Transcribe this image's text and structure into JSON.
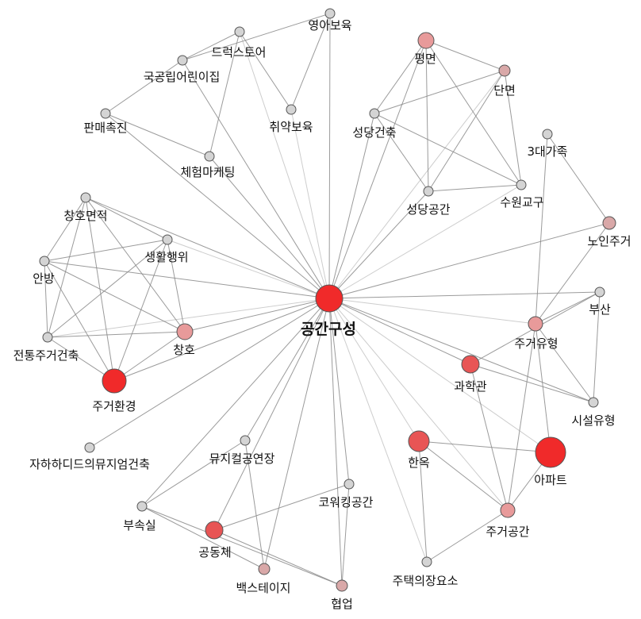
{
  "colors": {
    "hub": "#f02a2a",
    "strong": "#e85555",
    "medium": "#e89a9a",
    "weak": "#d9a8a8",
    "minor": "#d4d4d4"
  },
  "nodes": [
    {
      "id": "공간구성",
      "label": "공간구성",
      "weight": "hub"
    },
    {
      "id": "영아보육",
      "label": "영아보육",
      "weight": "minor"
    },
    {
      "id": "드럭스토어",
      "label": "드럭스토어",
      "weight": "minor"
    },
    {
      "id": "국공립어린이집",
      "label": "국공립어린이집",
      "weight": "minor"
    },
    {
      "id": "판매촉진",
      "label": "판매촉진",
      "weight": "minor"
    },
    {
      "id": "취약보육",
      "label": "취약보육",
      "weight": "minor"
    },
    {
      "id": "체험마케팅",
      "label": "체험마케팅",
      "weight": "minor"
    },
    {
      "id": "평면",
      "label": "평면",
      "weight": "medium"
    },
    {
      "id": "단면",
      "label": "단면",
      "weight": "weak"
    },
    {
      "id": "성당건축",
      "label": "성당건축",
      "weight": "minor"
    },
    {
      "id": "3대가족",
      "label": "3대가족",
      "weight": "minor"
    },
    {
      "id": "성당공간",
      "label": "성당공간",
      "weight": "minor"
    },
    {
      "id": "수원교구",
      "label": "수원교구",
      "weight": "minor"
    },
    {
      "id": "노인주거",
      "label": "노인주거",
      "weight": "weak"
    },
    {
      "id": "창호면적",
      "label": "창호면적",
      "weight": "minor"
    },
    {
      "id": "생활행위",
      "label": "생활행위",
      "weight": "minor"
    },
    {
      "id": "안방",
      "label": "안방",
      "weight": "minor"
    },
    {
      "id": "창호",
      "label": "창호",
      "weight": "medium"
    },
    {
      "id": "전통주거건축",
      "label": "전통주거건축",
      "weight": "minor"
    },
    {
      "id": "주거환경",
      "label": "주거환경",
      "weight": "hub"
    },
    {
      "id": "부산",
      "label": "부산",
      "weight": "minor"
    },
    {
      "id": "주거유형",
      "label": "주거유형",
      "weight": "medium"
    },
    {
      "id": "과학관",
      "label": "과학관",
      "weight": "strong"
    },
    {
      "id": "시설유형",
      "label": "시설유형",
      "weight": "minor"
    },
    {
      "id": "아파트",
      "label": "아파트",
      "weight": "hub"
    },
    {
      "id": "자하하디드의뮤지엄건축",
      "label": "자하하디드의뮤지엄건축",
      "weight": "minor"
    },
    {
      "id": "뮤지컬공연장",
      "label": "뮤지컬공연장",
      "weight": "minor"
    },
    {
      "id": "한옥",
      "label": "한옥",
      "weight": "strong"
    },
    {
      "id": "코워킹공간",
      "label": "코워킹공간",
      "weight": "minor"
    },
    {
      "id": "부속실",
      "label": "부속실",
      "weight": "minor"
    },
    {
      "id": "주거공간",
      "label": "주거공간",
      "weight": "medium"
    },
    {
      "id": "공동체",
      "label": "공동체",
      "weight": "strong"
    },
    {
      "id": "백스테이지",
      "label": "백스테이지",
      "weight": "weak"
    },
    {
      "id": "주택의장요소",
      "label": "주택의장요소",
      "weight": "minor"
    },
    {
      "id": "협업",
      "label": "협업",
      "weight": "weak"
    }
  ],
  "edges": [
    [
      "공간구성",
      "영아보육"
    ],
    [
      "공간구성",
      "드럭스토어"
    ],
    [
      "공간구성",
      "국공립어린이집"
    ],
    [
      "공간구성",
      "판매촉진"
    ],
    [
      "공간구성",
      "취약보육"
    ],
    [
      "공간구성",
      "체험마케팅"
    ],
    [
      "공간구성",
      "평면"
    ],
    [
      "공간구성",
      "단면"
    ],
    [
      "공간구성",
      "성당건축"
    ],
    [
      "공간구성",
      "성당공간"
    ],
    [
      "공간구성",
      "수원교구"
    ],
    [
      "공간구성",
      "노인주거"
    ],
    [
      "공간구성",
      "창호면적"
    ],
    [
      "공간구성",
      "생활행위"
    ],
    [
      "공간구성",
      "안방"
    ],
    [
      "공간구성",
      "창호"
    ],
    [
      "공간구성",
      "전통주거건축"
    ],
    [
      "공간구성",
      "주거환경"
    ],
    [
      "공간구성",
      "부산"
    ],
    [
      "공간구성",
      "주거유형"
    ],
    [
      "공간구성",
      "과학관"
    ],
    [
      "공간구성",
      "시설유형"
    ],
    [
      "공간구성",
      "아파트"
    ],
    [
      "공간구성",
      "자하하디드의뮤지엄건축"
    ],
    [
      "공간구성",
      "뮤지컬공연장"
    ],
    [
      "공간구성",
      "한옥"
    ],
    [
      "공간구성",
      "코워킹공간"
    ],
    [
      "공간구성",
      "부속실"
    ],
    [
      "공간구성",
      "주거공간"
    ],
    [
      "공간구성",
      "공동체"
    ],
    [
      "공간구성",
      "백스테이지"
    ],
    [
      "공간구성",
      "주택의장요소"
    ],
    [
      "공간구성",
      "협업"
    ],
    [
      "드럭스토어",
      "국공립어린이집"
    ],
    [
      "드럭스토어",
      "체험마케팅"
    ],
    [
      "드럭스토어",
      "취약보육"
    ],
    [
      "국공립어린이집",
      "영아보육"
    ],
    [
      "국공립어린이집",
      "판매촉진"
    ],
    [
      "판매촉진",
      "체험마케팅"
    ],
    [
      "영아보육",
      "취약보육"
    ],
    [
      "평면",
      "단면"
    ],
    [
      "평면",
      "성당건축"
    ],
    [
      "평면",
      "성당공간"
    ],
    [
      "평면",
      "수원교구"
    ],
    [
      "단면",
      "성당건축"
    ],
    [
      "단면",
      "성당공간"
    ],
    [
      "단면",
      "수원교구"
    ],
    [
      "성당건축",
      "성당공간"
    ],
    [
      "성당건축",
      "수원교구"
    ],
    [
      "성당공간",
      "수원교구"
    ],
    [
      "3대가족",
      "주거유형"
    ],
    [
      "3대가족",
      "노인주거"
    ],
    [
      "노인주거",
      "주거유형"
    ],
    [
      "창호면적",
      "생활행위"
    ],
    [
      "창호면적",
      "안방"
    ],
    [
      "창호면적",
      "창호"
    ],
    [
      "창호면적",
      "전통주거건축"
    ],
    [
      "창호면적",
      "주거환경"
    ],
    [
      "생활행위",
      "안방"
    ],
    [
      "생활행위",
      "창호"
    ],
    [
      "생활행위",
      "전통주거건축"
    ],
    [
      "생활행위",
      "주거환경"
    ],
    [
      "안방",
      "창호"
    ],
    [
      "안방",
      "전통주거건축"
    ],
    [
      "안방",
      "주거환경"
    ],
    [
      "창호",
      "전통주거건축"
    ],
    [
      "창호",
      "주거환경"
    ],
    [
      "전통주거건축",
      "주거환경"
    ],
    [
      "부산",
      "주거유형"
    ],
    [
      "부산",
      "시설유형"
    ],
    [
      "과학관",
      "시설유형"
    ],
    [
      "과학관",
      "부산"
    ],
    [
      "주거유형",
      "시설유형"
    ],
    [
      "주거유형",
      "아파트"
    ],
    [
      "주거유형",
      "주거공간"
    ],
    [
      "한옥",
      "아파트"
    ],
    [
      "한옥",
      "주거공간"
    ],
    [
      "한옥",
      "주택의장요소"
    ],
    [
      "아파트",
      "주거공간"
    ],
    [
      "주거공간",
      "주택의장요소"
    ],
    [
      "주거공간",
      "과학관"
    ],
    [
      "뮤지컬공연장",
      "부속실"
    ],
    [
      "뮤지컬공연장",
      "백스테이지"
    ],
    [
      "부속실",
      "백스테이지"
    ],
    [
      "부속실",
      "협업"
    ],
    [
      "공동체",
      "코워킹공간"
    ],
    [
      "공동체",
      "협업"
    ],
    [
      "코워킹공간",
      "협업"
    ]
  ]
}
